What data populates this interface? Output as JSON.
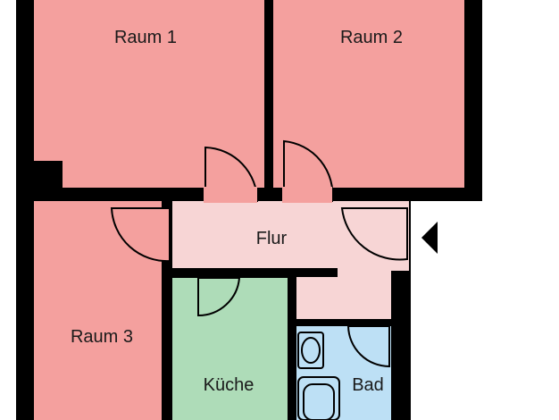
{
  "floorplan": {
    "rooms": [
      {
        "key": "raum1",
        "label": "Raum 1",
        "color": "#f4a09e"
      },
      {
        "key": "raum2",
        "label": "Raum 2",
        "color": "#f4a09e"
      },
      {
        "key": "raum3",
        "label": "Raum 3",
        "color": "#f4a09e"
      },
      {
        "key": "flur",
        "label": "Flur",
        "color": "#f7d5d5"
      },
      {
        "key": "kueche",
        "label": "Küche",
        "color": "#aedcb8"
      },
      {
        "key": "bad",
        "label": "Bad",
        "color": "#bde0f5"
      }
    ],
    "wall_color": "#000000",
    "entrance_marker": "entrance-arrow-icon"
  }
}
